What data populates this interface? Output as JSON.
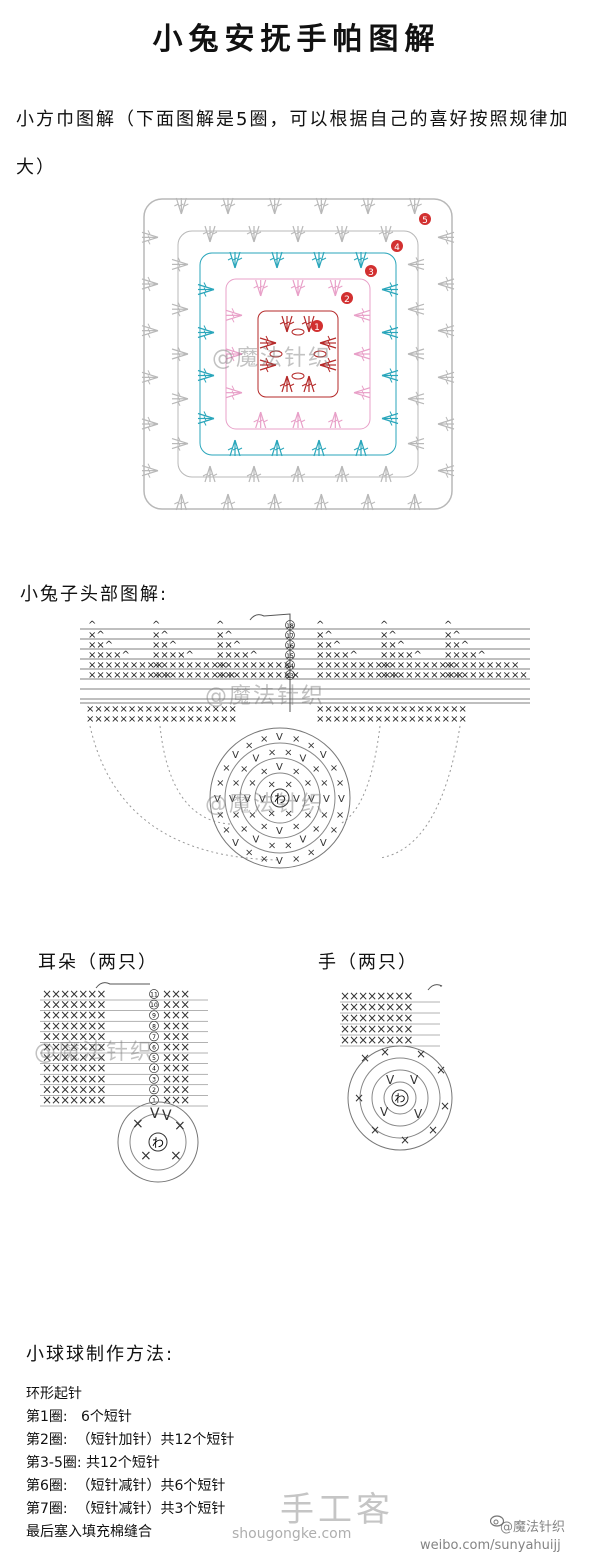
{
  "title": "小兔安抚手帕图解",
  "intro": "小方巾图解（下面图解是5圈，可以根据自己的喜好按照规律加大）",
  "square": {
    "rounds": [
      "1",
      "2",
      "3",
      "4",
      "5"
    ],
    "colors": {
      "round1": "#b52a2a",
      "round2": "#e8a0c8",
      "round3": "#2aa6bb",
      "round4": "#6a7a2a",
      "round5": "#b8b8b8",
      "badge": "#d23030"
    }
  },
  "head": {
    "heading": "小兔子头部图解:",
    "rows": [
      "18",
      "17",
      "16",
      "15",
      "14",
      "13"
    ],
    "center": "わ"
  },
  "ears": {
    "heading": "耳朵（两只）",
    "rows": [
      "11",
      "10",
      "9",
      "8",
      "7",
      "6",
      "5",
      "4",
      "3",
      "2",
      "1"
    ],
    "center": "わ"
  },
  "hands": {
    "heading": "手（两只）",
    "center": "わ"
  },
  "watermark": "@魔法针织",
  "ball": {
    "heading": "小球球制作方法:",
    "steps": [
      "环形起针",
      "第1圈:   6个短针",
      "第2圈:  （短针加针）共12个短针",
      "第3-5圈: 共12个短针",
      "第6圈:  （短针减针）共6个短针",
      "第7圈:  （短针减针）共3个短针",
      "最后塞入填充棉缝合"
    ]
  },
  "footer": {
    "site_cn": "手工客",
    "site_url": "shougongke.com",
    "weibo_at": "@魔法针织",
    "weibo_url": "weibo.com/sunyahuijj"
  }
}
